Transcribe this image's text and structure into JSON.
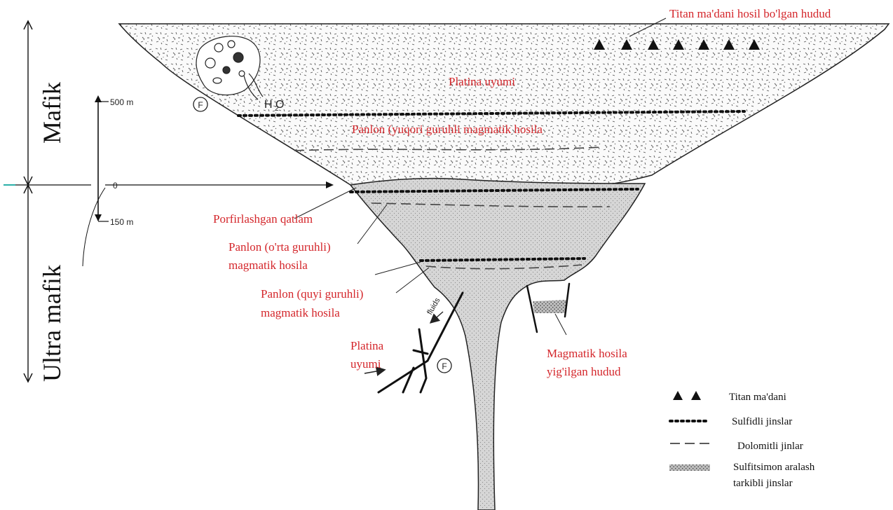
{
  "zones": {
    "upper": "Mafik",
    "lower": "Ultra mafik"
  },
  "scale": {
    "top": "500 m",
    "zero": "0",
    "bottom": "150 m"
  },
  "labels": {
    "titan_zone": "Titan ma'dani hosil bo'lgan hudud",
    "platina_upper": "Platina uyumi",
    "panlon_upper": "Panlon (yuqori guruhli magmatik hosila",
    "porfir": "Porfirlashgan qatlam",
    "panlon_middle_1": "Panlon (o'rta guruhli)",
    "panlon_middle_2": "magmatik hosila",
    "panlon_lower_1": "Panlon (quyi guruhli)",
    "panlon_lower_2": "magmatik hosila",
    "platina_lower_1": "Platina",
    "platina_lower_2": "uyumi",
    "magma_zone_1": "Magmatik hosila",
    "magma_zone_2": "yig'ilgan hudud",
    "h2o": "H O",
    "h2o_sub": "2",
    "fluids": "fluids",
    "fault_symbol": "F"
  },
  "legend": {
    "titan": "Titan ma'dani",
    "sulfid": "Sulfidli jinslar",
    "dolomit": "Dolomitli jinlar",
    "sulfitsimon_1": "Sulfitsimon aralash",
    "sulfitsimon_2": "tarkibli jinslar"
  },
  "colors": {
    "label_red": "#d4262b",
    "upper_fill": "#f7f7f7",
    "lower_fill": "#d9d9d9"
  }
}
